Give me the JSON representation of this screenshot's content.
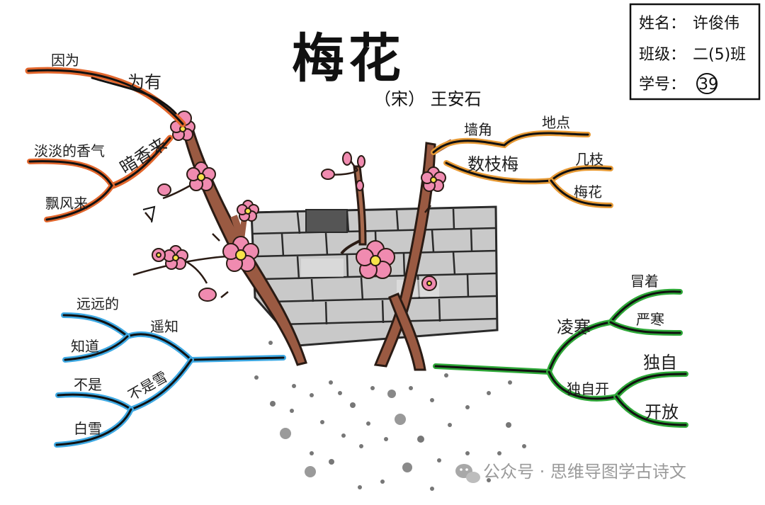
{
  "poem": {
    "title": "梅花",
    "author": "（宋） 王安石"
  },
  "student": {
    "name_label": "姓名：",
    "name": "许俊伟",
    "class_label": "班级：",
    "class_value": "二(5)班",
    "number_label": "学号：",
    "number": "39"
  },
  "branches": {
    "top_left": {
      "color": "#e2662c",
      "labels": [
        "因为",
        "为有",
        "淡淡的香气",
        "暗香来",
        "飘风来"
      ]
    },
    "top_right": {
      "color": "#e79a35",
      "labels": [
        "墙角",
        "地点",
        "数枝梅",
        "几枝",
        "梅花"
      ]
    },
    "bottom_left": {
      "color": "#3ea9e3",
      "labels": [
        "远远的",
        "遥知",
        "知道",
        "不是",
        "不是雪",
        "白雪"
      ]
    },
    "bottom_right": {
      "color": "#2ea838",
      "labels": [
        "冒着",
        "凌寒",
        "严寒",
        "独自",
        "独自开",
        "开放"
      ]
    }
  },
  "watermark": "公众号 · 思维导图学古诗文"
}
